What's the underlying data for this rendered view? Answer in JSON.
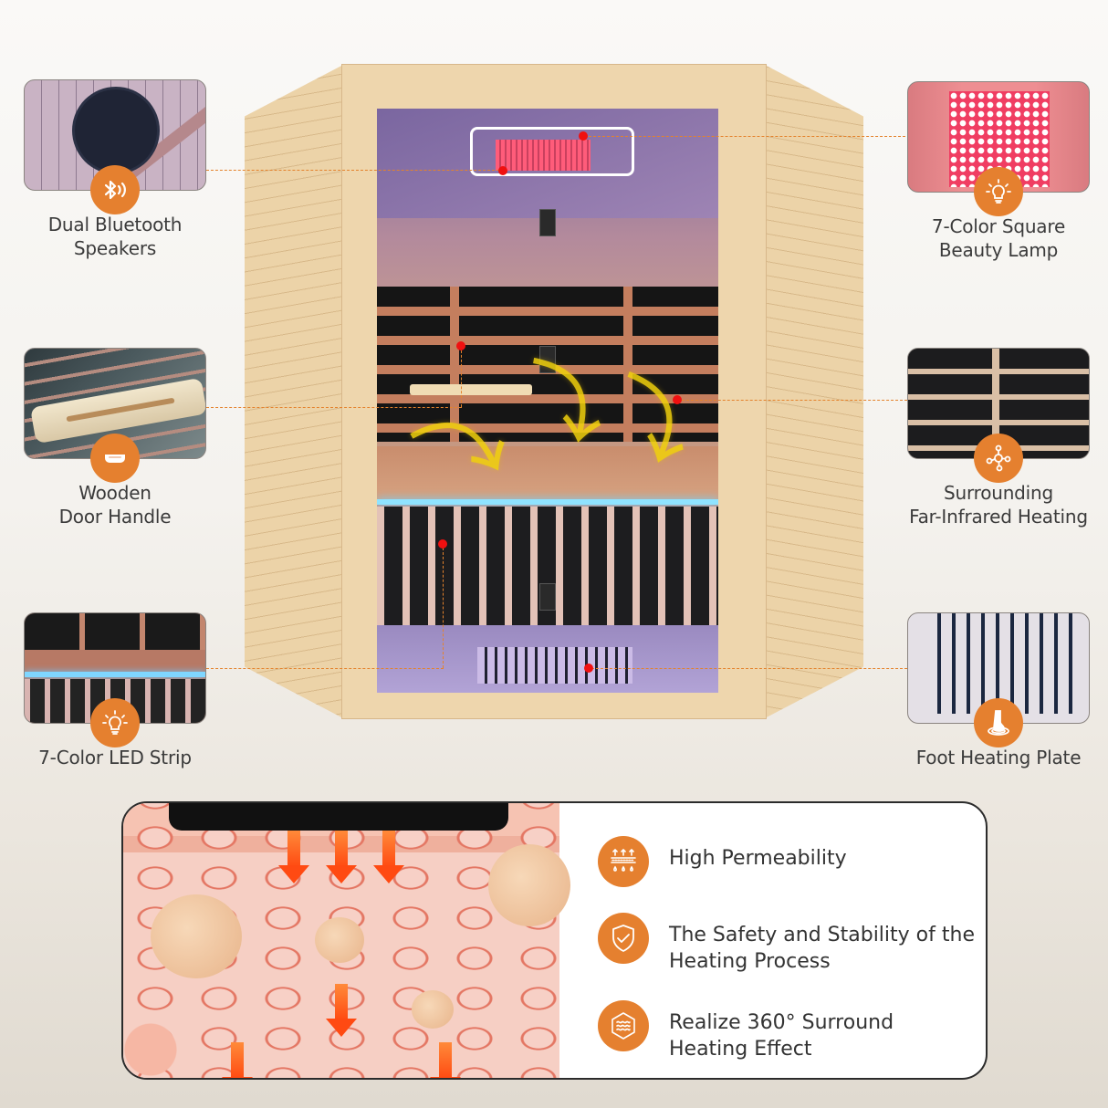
{
  "features": {
    "speakers": {
      "label_line1": "Dual Bluetooth",
      "label_line2": "Speakers",
      "icon": "bluetooth-speaker-icon"
    },
    "beauty_lamp": {
      "label_line1": "7-Color Square",
      "label_line2": "Beauty Lamp",
      "icon": "light-bulb-icon"
    },
    "door_handle": {
      "label_line1": "Wooden",
      "label_line2": "Door Handle",
      "icon": "handle-icon"
    },
    "far_infrared": {
      "label_line1": "Surrounding",
      "label_line2": "Far-Infrared Heating",
      "icon": "molecule-icon"
    },
    "led_strip": {
      "label_line1": "7-Color LED Strip",
      "icon": "light-bulb-icon"
    },
    "foot_plate": {
      "label_line1": "Foot Heating Plate",
      "icon": "foot-heat-icon"
    }
  },
  "benefits": [
    {
      "line1": "High Permeability",
      "line2": "",
      "icon": "permeability-icon"
    },
    {
      "line1": "The Safety and Stability of the",
      "line2": "Heating Process",
      "icon": "shield-check-icon"
    },
    {
      "line1": "Realize 360° Surround",
      "line2": "Heating Effect",
      "icon": "surround-heat-icon"
    }
  ],
  "colors": {
    "accent_orange": "#e5802f",
    "marker_red": "#f01010",
    "background_top": "#faf9f7",
    "background_bottom": "#e0dad0"
  }
}
